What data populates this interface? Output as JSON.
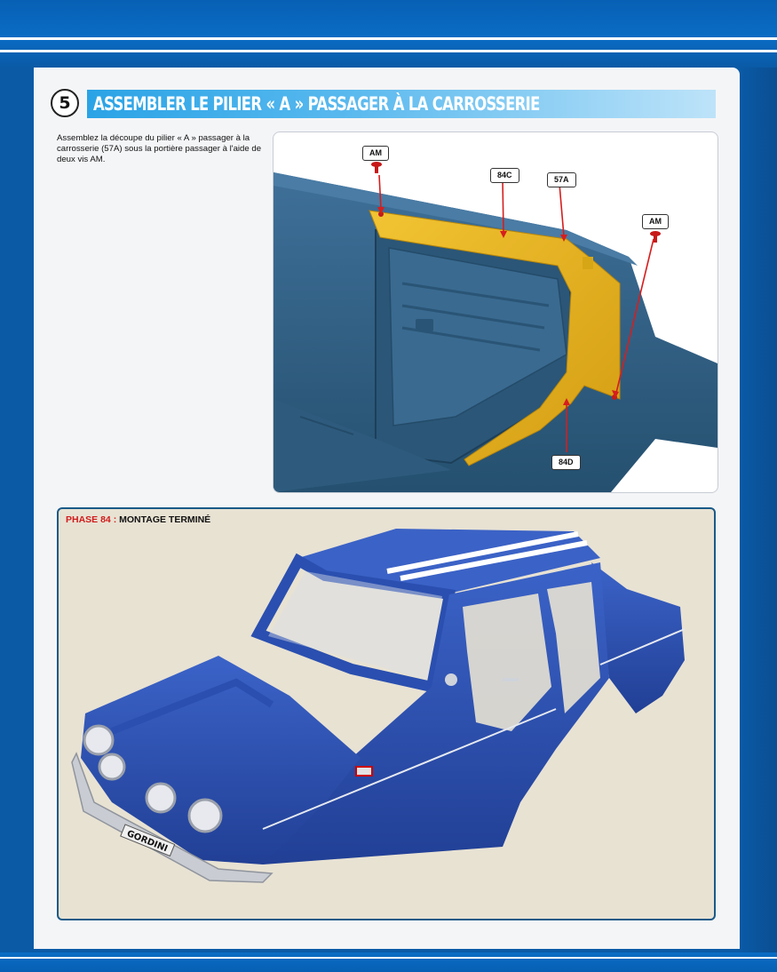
{
  "step": {
    "number": "5",
    "title": "ASSEMBLER LE PILIER « A » PASSAGER À LA CARROSSERIE"
  },
  "instruction": {
    "text": "Assemblez la découpe du pilier « A » passager à la carrosserie (57A) sous la portière passager à l'aide de deux vis AM."
  },
  "diagram": {
    "labels": {
      "am_left": "AM",
      "p84c": "84C",
      "p57a": "57A",
      "am_right": "AM",
      "p84d": "84D"
    },
    "colors": {
      "body": "#2f5f86",
      "part": "#e6b21a",
      "arrow": "#d61e1e"
    }
  },
  "phase": {
    "prefix": "PHASE 84 :",
    "label": "MONTAGE TERMINÉ",
    "plate": "GORDINI"
  },
  "colors": {
    "accent_blue": "#0a5aa6",
    "title_bar": "#2aa3e6",
    "car_blue": "#2a4fb0",
    "panel_bg": "#e8e2d3"
  }
}
